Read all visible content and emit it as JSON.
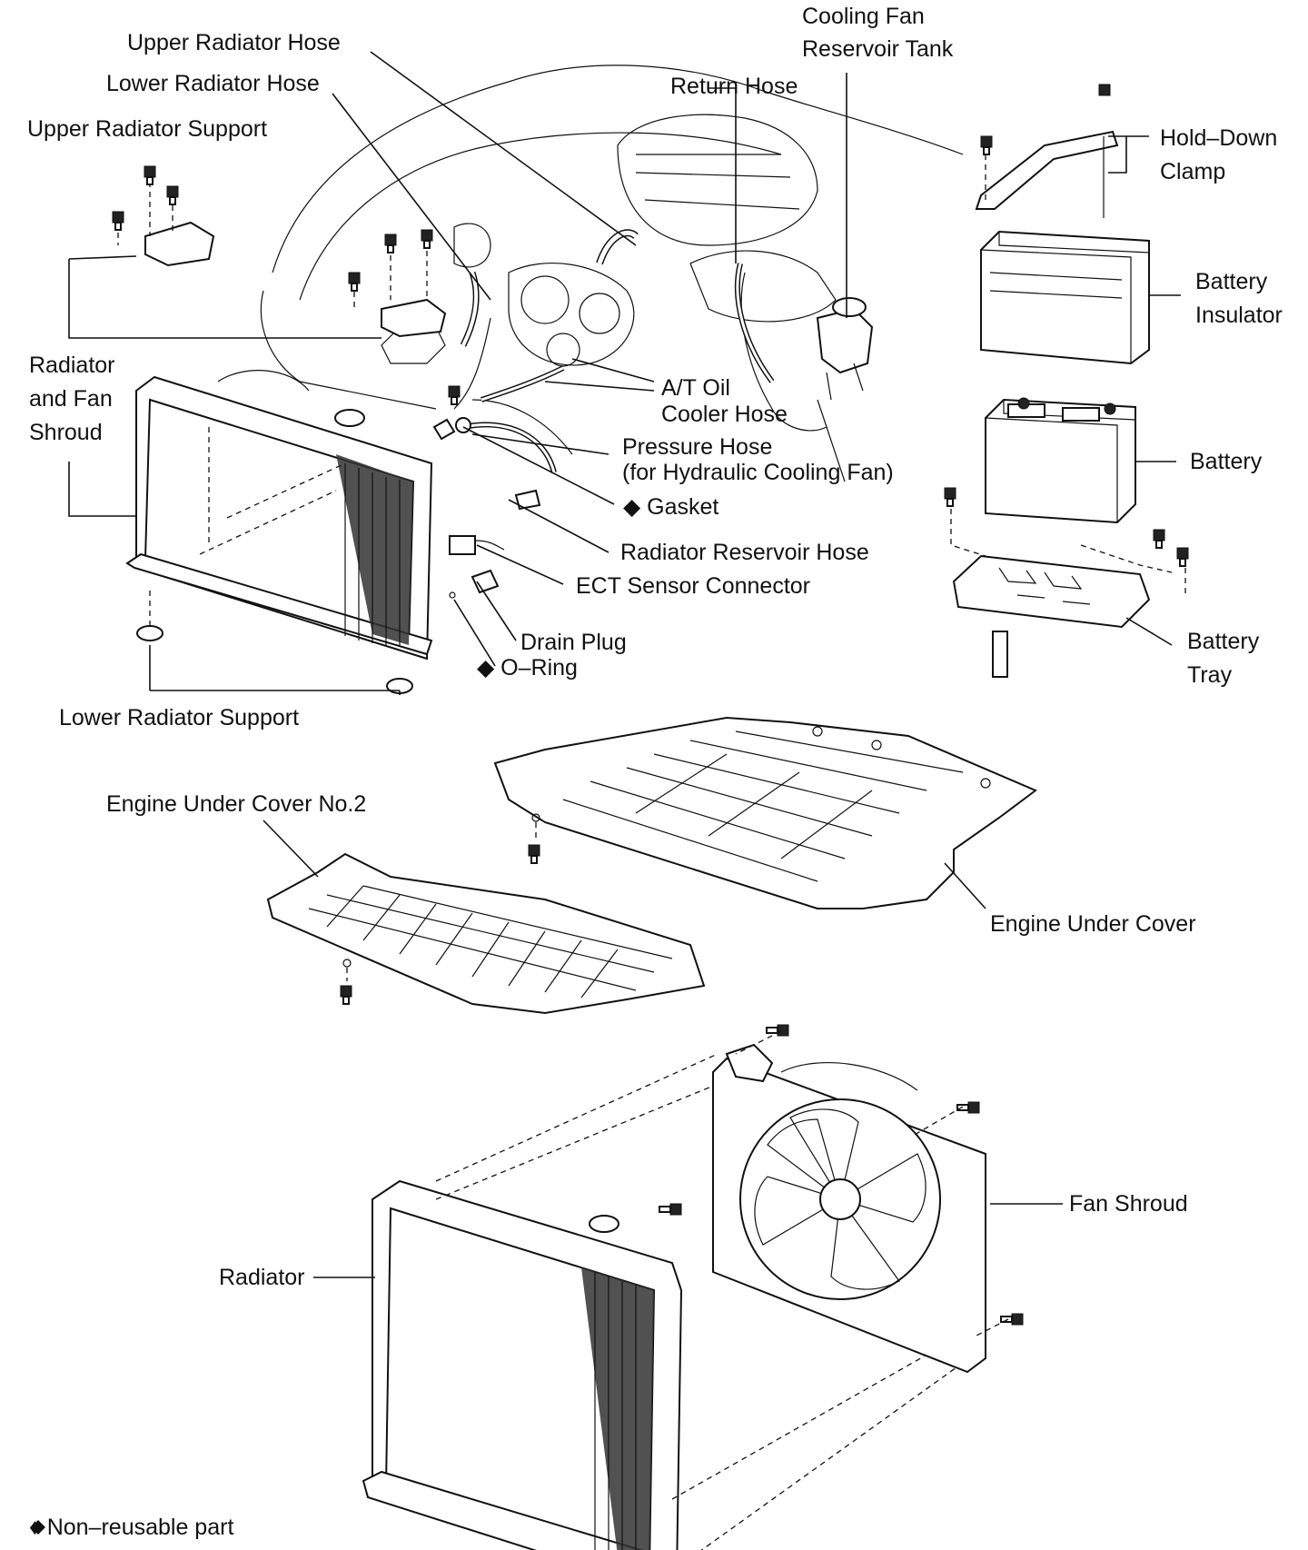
{
  "labels": {
    "upper_radiator_hose": "Upper Radiator Hose",
    "lower_radiator_hose": "Lower Radiator Hose",
    "upper_radiator_support": "Upper Radiator Support",
    "return_hose": "Return Hose",
    "cooling_fan_reservoir_tank": "Cooling Fan\nReservoir Tank",
    "hold_down_clamp": "Hold–Down\nClamp",
    "battery_insulator": "Battery\nInsulator",
    "radiator_and_fan_shroud": "Radiator\nand Fan\nShroud",
    "at_oil_cooler_hose": "A/T Oil\nCooler Hose",
    "pressure_hose": "Pressure Hose\n(for Hydraulic Cooling Fan)",
    "battery": "Battery",
    "gasket": "◆ Gasket",
    "radiator_reservoir_hose": "Radiator Reservoir Hose",
    "ect_sensor_connector": "ECT Sensor Connector",
    "battery_tray": "Battery\nTray",
    "drain_plug": "Drain Plug",
    "o_ring": "◆ O–Ring",
    "lower_radiator_support": "Lower Radiator Support",
    "engine_under_cover_no2": "Engine Under Cover No.2",
    "engine_under_cover": "Engine Under Cover",
    "fan_shroud": "Fan Shroud",
    "radiator": "Radiator"
  },
  "footnote": "♦ Non–reusable part"
}
